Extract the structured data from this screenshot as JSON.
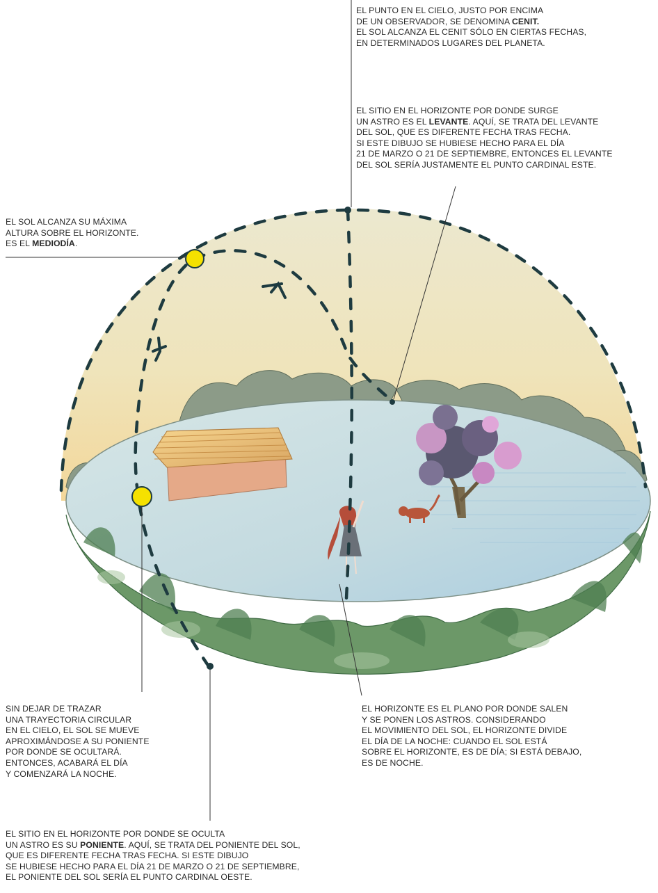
{
  "annotations": {
    "cenit": {
      "lines": [
        [
          {
            "t": "EL PUNTO EN EL CIELO, JUSTO POR ENCIMA"
          }
        ],
        [
          {
            "t": "DE UN OBSERVADOR, SE DENOMINA "
          },
          {
            "t": "CENIT.",
            "b": true
          }
        ],
        [
          {
            "t": "EL SOL ALCANZA EL CENIT SÓLO EN CIERTAS FECHAS,"
          }
        ],
        [
          {
            "t": "EN DETERMINADOS LUGARES DEL PLANETA."
          }
        ]
      ]
    },
    "levante": {
      "lines": [
        [
          {
            "t": "EL SITIO EN EL HORIZONTE POR DONDE SURGE"
          }
        ],
        [
          {
            "t": "UN ASTRO ES EL "
          },
          {
            "t": "LEVANTE",
            "b": true
          },
          {
            "t": ". AQUÍ, SE TRATA DEL LEVANTE"
          }
        ],
        [
          {
            "t": "DEL SOL, QUE ES DIFERENTE FECHA TRAS FECHA."
          }
        ],
        [
          {
            "t": "SI ESTE DIBUJO SE HUBIESE HECHO PARA EL DÍA"
          }
        ],
        [
          {
            "t": "21 DE MARZO O 21 DE SEPTIEMBRE, ENTONCES EL LEVANTE"
          }
        ],
        [
          {
            "t": "DEL SOL SERÍA JUSTAMENTE EL PUNTO CARDINAL ESTE."
          }
        ]
      ]
    },
    "mediodia": {
      "lines": [
        [
          {
            "t": "EL SOL ALCANZA SU MÁXIMA"
          }
        ],
        [
          {
            "t": "ALTURA SOBRE EL HORIZONTE."
          }
        ],
        [
          {
            "t": "ES EL "
          },
          {
            "t": "MEDIODÍA",
            "b": true
          },
          {
            "t": "."
          }
        ]
      ]
    },
    "trayectoria": {
      "lines": [
        [
          {
            "t": "SIN DEJAR DE TRAZAR"
          }
        ],
        [
          {
            "t": "UNA TRAYECTORIA CIRCULAR"
          }
        ],
        [
          {
            "t": "EN EL CIELO, EL SOL SE MUEVE"
          }
        ],
        [
          {
            "t": "APROXIMÁNDOSE A SU PONIENTE"
          }
        ],
        [
          {
            "t": "POR DONDE SE OCULTARÁ."
          }
        ],
        [
          {
            "t": "ENTONCES, ACABARÁ EL DÍA"
          }
        ],
        [
          {
            "t": "Y COMENZARÁ LA NOCHE."
          }
        ]
      ]
    },
    "horizonte": {
      "lines": [
        [
          {
            "t": "EL HORIZONTE ES EL PLANO POR DONDE SALEN"
          }
        ],
        [
          {
            "t": "Y SE PONEN LOS ASTROS. CONSIDERANDO"
          }
        ],
        [
          {
            "t": "EL MOVIMIENTO DEL SOL, EL HORIZONTE DIVIDE"
          }
        ],
        [
          {
            "t": "EL DÍA DE LA NOCHE: CUANDO EL SOL ESTÁ"
          }
        ],
        [
          {
            "t": "SOBRE EL HORIZONTE, ES DE DÍA; SI ESTÁ DEBAJO,"
          }
        ],
        [
          {
            "t": "ES DE NOCHE."
          }
        ]
      ]
    },
    "poniente": {
      "lines": [
        [
          {
            "t": "EL SITIO EN EL HORIZONTE POR DONDE SE OCULTA"
          }
        ],
        [
          {
            "t": "UN ASTRO ES SU "
          },
          {
            "t": "PONIENTE",
            "b": true
          },
          {
            "t": ". AQUÍ, SE TRATA DEL PONIENTE DEL SOL,"
          }
        ],
        [
          {
            "t": "QUE ES DIFERENTE FECHA TRAS FECHA. SI ESTE DIBUJO"
          }
        ],
        [
          {
            "t": "SE HUBIESE HECHO PARA EL DÍA 21 DE MARZO O 21 DE SEPTIEMBRE,"
          }
        ],
        [
          {
            "t": "EL PONIENTE DEL SOL SERÍA EL PUNTO CARDINAL OESTE."
          }
        ]
      ]
    }
  },
  "colors": {
    "sky_top": "#ebe6c8",
    "sky_bottom": "#f2d9a0",
    "ground": "#c8dde0",
    "foliage": "#5b8a5a",
    "bush": "#8a9a86",
    "sun": "#f5e100",
    "path": "#1e3b40",
    "leader": "#333333"
  }
}
